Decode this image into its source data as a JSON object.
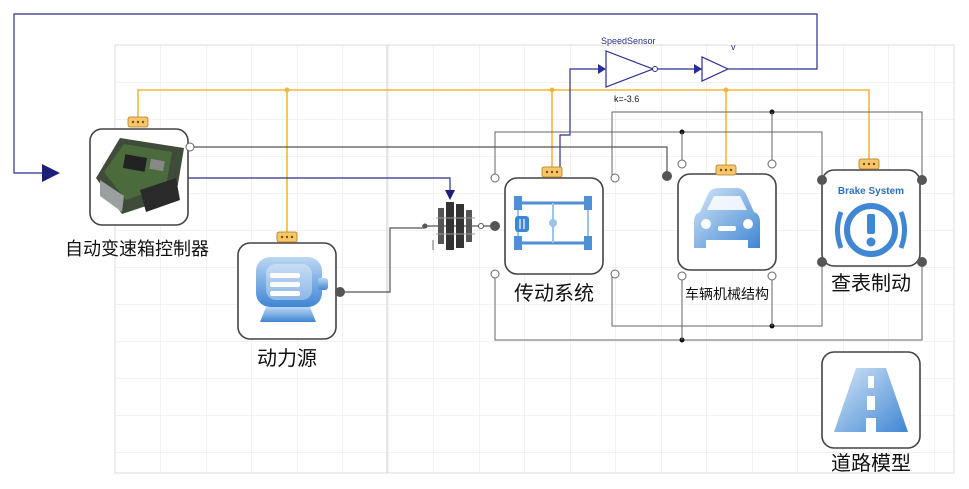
{
  "diagram": {
    "components": {
      "controller": {
        "label": "自动变速箱控制器"
      },
      "power_source": {
        "label": "动力源"
      },
      "transmission": {
        "label": "传动系统"
      },
      "vehicle": {
        "label": "车辆机械结构"
      },
      "brake": {
        "label": "查表制动",
        "title": "Brake System"
      },
      "road": {
        "label": "道路模型"
      }
    },
    "speed_sensor": {
      "name": "SpeedSensor",
      "gain_label": "k=-3.6",
      "output_label": "v"
    },
    "icons": {
      "controller": "ecu-board-icon",
      "power_source": "motor-icon",
      "transmission": "drivetrain-icon",
      "vehicle": "car-icon",
      "brake": "brake-warning-icon",
      "road": "road-icon",
      "gearbox": "gear-clutch-icon"
    },
    "colors": {
      "bus": "#f5b73a",
      "signal": "#2b2f8f",
      "icon_blue": "#4f8fd6",
      "brake_title": "#2d6fc0"
    }
  }
}
